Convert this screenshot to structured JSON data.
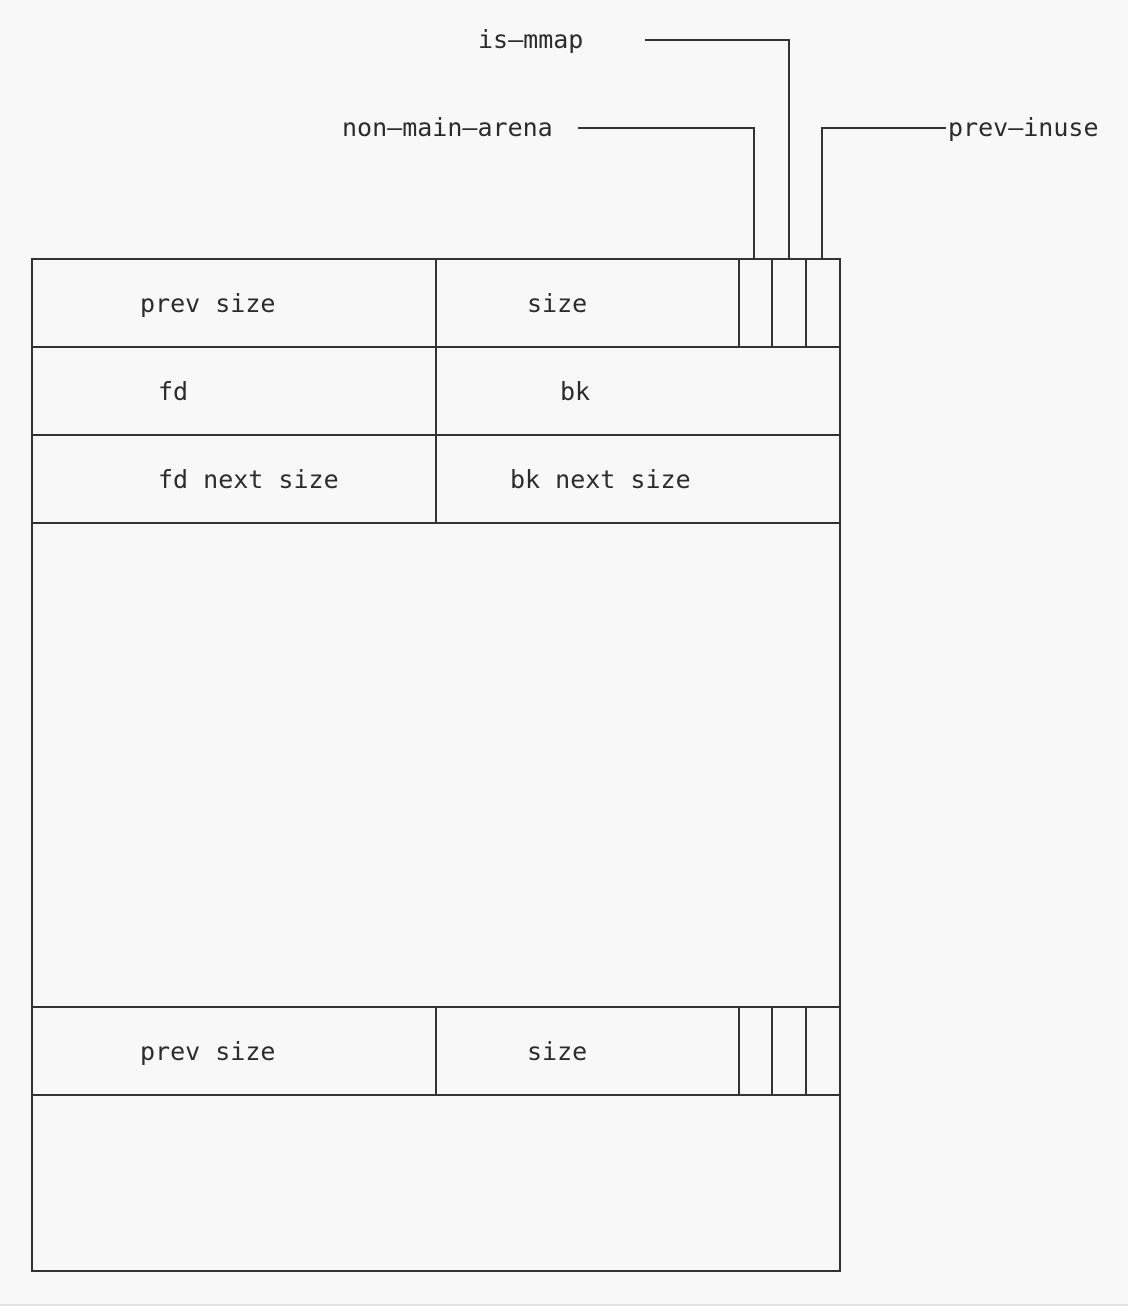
{
  "flags": {
    "is_mmap": "is—mmap",
    "non_main_arena": "non—main—arena",
    "prev_inuse": "prev—inuse"
  },
  "chunk1": {
    "row1": {
      "left": "prev size",
      "right": "size"
    },
    "row2": {
      "left": "fd",
      "right": "bk"
    },
    "row3": {
      "left": "fd next size",
      "right": "bk next size"
    }
  },
  "chunk2": {
    "row1": {
      "left": "prev size",
      "right": "size"
    }
  }
}
